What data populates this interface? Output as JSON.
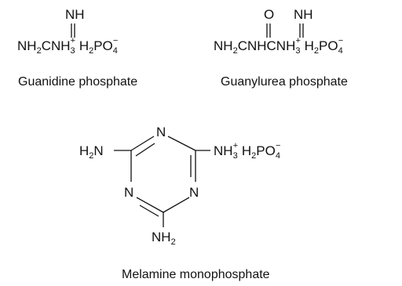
{
  "compounds": [
    {
      "name": "Guanidine phosphate",
      "top_group": "NH",
      "formula": {
        "a": "NH",
        "a_sub": "2",
        "b": "CNH",
        "b_sub": "3",
        "b_sup": "+",
        "c": " H",
        "c_sub": "2",
        "d": "PO",
        "d_sub": "4",
        "d_sup": "−"
      }
    },
    {
      "name": "Guanylurea phosphate",
      "top_group_1": "O",
      "top_group_2": "NH",
      "formula": {
        "a": "NH",
        "a_sub": "2",
        "b": "CNHCNH",
        "b_sub": "3",
        "b_sup": "+",
        "c": " H",
        "c_sub": "2",
        "d": "PO",
        "d_sub": "4",
        "d_sup": "−"
      }
    },
    {
      "name": "Melamine monophosphate",
      "ring_atom": "N",
      "left_group": {
        "a": "H",
        "a_sub": "2",
        "b": "N"
      },
      "right_group": {
        "a": "NH",
        "a_sub": "3",
        "a_sup": "+",
        "b": " H",
        "b_sub": "2",
        "c": "PO",
        "c_sub": "4",
        "c_sup": "−"
      },
      "bottom_group": {
        "a": "NH",
        "a_sub": "2"
      }
    }
  ]
}
